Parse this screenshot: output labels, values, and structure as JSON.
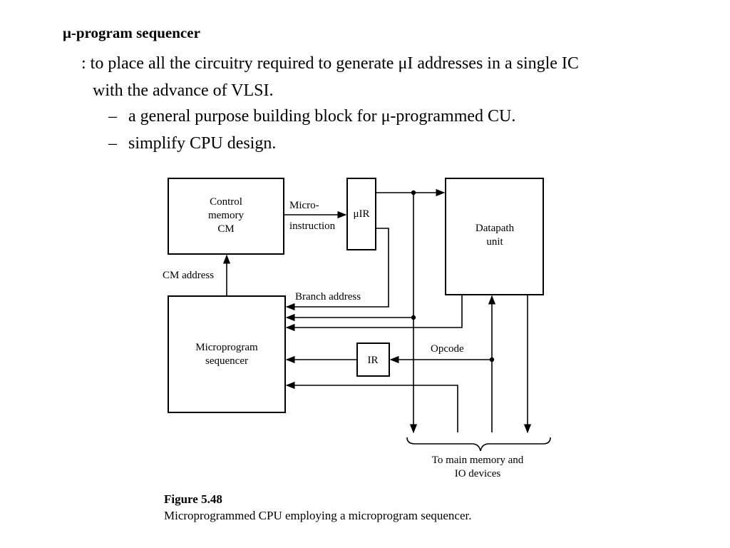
{
  "heading": "μ-program sequencer",
  "text": {
    "line1": ": to place all the circuitry required to generate μI addresses in a single IC",
    "line2": "with the advance of VLSI.",
    "bullets": [
      "a general purpose building block for μ-programmed CU.",
      "simplify CPU design."
    ],
    "bullet_marker": "–"
  },
  "diagram": {
    "control_memory": [
      "Control",
      "memory",
      "CM"
    ],
    "uir": "μIR",
    "micro_instruction": [
      "Micro-",
      "instruction"
    ],
    "datapath": [
      "Datapath",
      "unit"
    ],
    "cm_address": "CM address",
    "branch_address": "Branch address",
    "sequencer": [
      "Microprogram",
      "sequencer"
    ],
    "ir": "IR",
    "opcode": "Opcode",
    "to_memory": [
      "To main memory and",
      "IO devices"
    ]
  },
  "caption": {
    "title": "Figure 5.48",
    "body": "Microprogrammed CPU employing a microprogram sequencer."
  }
}
